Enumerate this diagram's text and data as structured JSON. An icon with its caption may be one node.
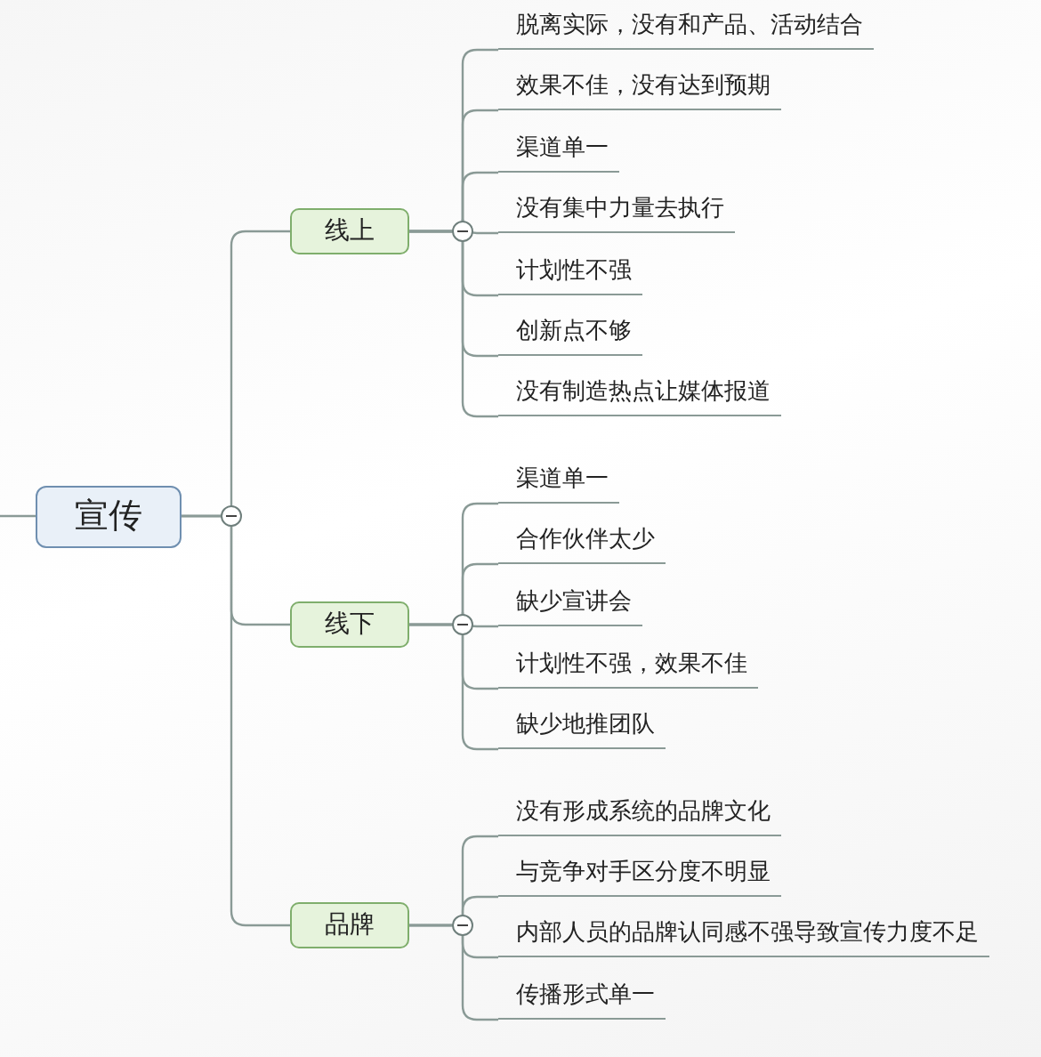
{
  "diagram": {
    "nodes": [
      {
        "text": [
          "宣传"
        ]
      },
      {
        "text": [
          "线上"
        ]
      },
      {
        "text": [
          "脱离实际，没有和产品、活动结合"
        ]
      },
      {
        "text": [
          "效果不佳，没有达到预期"
        ]
      },
      {
        "text": [
          "渠道单一"
        ]
      },
      {
        "text": [
          "没有集中力量去执行"
        ]
      },
      {
        "text": [
          "计划性不强"
        ]
      },
      {
        "text": [
          "创新点不够"
        ]
      },
      {
        "text": [
          "没有制造热点让媒体报道"
        ]
      },
      {
        "text": [
          "线下"
        ]
      },
      {
        "text": [
          "渠道单一"
        ]
      },
      {
        "text": [
          "合作伙伴太少"
        ]
      },
      {
        "text": [
          "缺少宣讲会"
        ]
      },
      {
        "text": [
          "计划性不强，效果不佳"
        ]
      },
      {
        "text": [
          "缺少地推团队"
        ]
      },
      {
        "text": [
          "品牌"
        ]
      },
      {
        "text": [
          "没有形成系统的品牌文化"
        ]
      },
      {
        "text": [
          "与竞争对手区分度不明显"
        ]
      },
      {
        "text": [
          "内部人员的品牌认同感不强导致宣传力度不足"
        ]
      },
      {
        "text": [
          "传播形式单一"
        ]
      }
    ],
    "edges": [
      {
        "from": null,
        "to": 0,
        "arrow": "none"
      },
      {
        "from": 0,
        "to": 1,
        "arrow": "none"
      },
      {
        "from": 0,
        "to": 9,
        "arrow": "none"
      },
      {
        "from": 0,
        "to": 15,
        "arrow": "none"
      },
      {
        "from": 1,
        "to": 2,
        "arrow": "none"
      },
      {
        "from": 1,
        "to": 3,
        "arrow": "none"
      },
      {
        "from": 1,
        "to": 4,
        "arrow": "none"
      },
      {
        "from": 1,
        "to": 5,
        "arrow": "none"
      },
      {
        "from": 1,
        "to": 6,
        "arrow": "none"
      },
      {
        "from": 1,
        "to": 7,
        "arrow": "none"
      },
      {
        "from": 1,
        "to": 8,
        "arrow": "none"
      },
      {
        "from": 9,
        "to": 10,
        "arrow": "none"
      },
      {
        "from": 9,
        "to": 11,
        "arrow": "none"
      },
      {
        "from": 9,
        "to": 12,
        "arrow": "none"
      },
      {
        "from": 9,
        "to": 13,
        "arrow": "none"
      },
      {
        "from": 9,
        "to": 14,
        "arrow": "none"
      },
      {
        "from": 15,
        "to": 16,
        "arrow": "none"
      },
      {
        "from": 15,
        "to": 17,
        "arrow": "none"
      },
      {
        "from": 15,
        "to": 18,
        "arrow": "none"
      },
      {
        "from": 15,
        "to": 19,
        "arrow": "none"
      }
    ]
  }
}
